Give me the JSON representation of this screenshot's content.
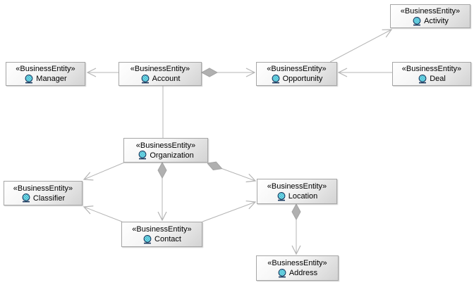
{
  "diagram": {
    "type": "uml-class-diagram",
    "stereotype": "«BusinessEntity»",
    "nodes": [
      {
        "id": "activity",
        "stereotype": "«BusinessEntity»",
        "name": "Activity"
      },
      {
        "id": "manager",
        "stereotype": "«BusinessEntity»",
        "name": "Manager"
      },
      {
        "id": "account",
        "stereotype": "«BusinessEntity»",
        "name": "Account"
      },
      {
        "id": "opportunity",
        "stereotype": "«BusinessEntity»",
        "name": "Opportunity"
      },
      {
        "id": "deal",
        "stereotype": "«BusinessEntity»",
        "name": "Deal"
      },
      {
        "id": "organization",
        "stereotype": "«BusinessEntity»",
        "name": "Organization"
      },
      {
        "id": "classifier",
        "stereotype": "«BusinessEntity»",
        "name": "Classifier"
      },
      {
        "id": "location",
        "stereotype": "«BusinessEntity»",
        "name": "Location"
      },
      {
        "id": "contact",
        "stereotype": "«BusinessEntity»",
        "name": "Contact"
      },
      {
        "id": "address",
        "stereotype": "«BusinessEntity»",
        "name": "Address"
      }
    ],
    "edges": [
      {
        "from": "Account",
        "to": "Manager",
        "type": "association",
        "arrow_at": "Manager"
      },
      {
        "from": "Account",
        "to": "Opportunity",
        "type": "aggregation",
        "diamond_at": "Account",
        "arrow_at": "Opportunity"
      },
      {
        "from": "Deal",
        "to": "Opportunity",
        "type": "association",
        "arrow_at": "Opportunity"
      },
      {
        "from": "Opportunity",
        "to": "Activity",
        "type": "association",
        "arrow_at": "Activity"
      },
      {
        "from": "Account",
        "to": "Organization",
        "type": "association"
      },
      {
        "from": "Organization",
        "to": "Classifier",
        "type": "association",
        "arrow_at": "Classifier"
      },
      {
        "from": "Organization",
        "to": "Contact",
        "type": "aggregation",
        "diamond_at": "Organization",
        "arrow_at": "Contact"
      },
      {
        "from": "Contact",
        "to": "Classifier",
        "type": "association",
        "arrow_at": "Classifier"
      },
      {
        "from": "Organization",
        "to": "Location",
        "type": "aggregation",
        "diamond_at": "Organization",
        "arrow_at": "Location"
      },
      {
        "from": "Contact",
        "to": "Location",
        "type": "association",
        "arrow_at": "Location"
      },
      {
        "from": "Location",
        "to": "Address",
        "type": "aggregation",
        "diamond_at": "Location",
        "arrow_at": "Address"
      }
    ],
    "colors": {
      "background": "#ffffff",
      "line": "#b4b4b4",
      "diamond_fill": "#b0b0b0",
      "node_border": "#a6a6a6",
      "node_fill_top": "#ffffff",
      "node_fill_bottom": "#d3d3d3",
      "icon_fill": "#8ff0f4",
      "icon_outline": "#16365c",
      "text": "#000000"
    }
  }
}
